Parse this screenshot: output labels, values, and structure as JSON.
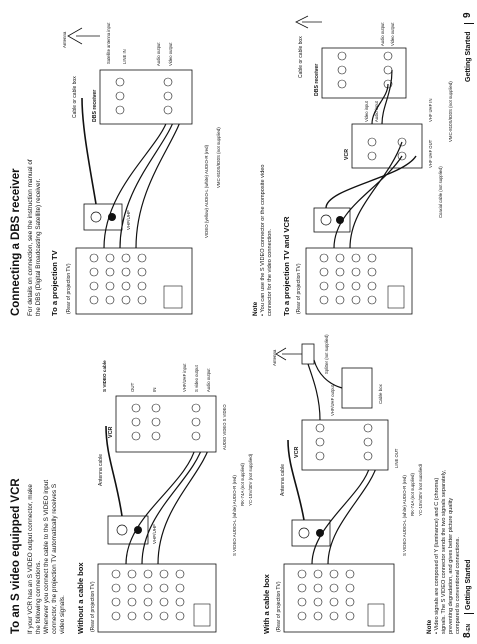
{
  "left": {
    "title": "To an S video equipped VCR",
    "intro": [
      "If your VCR has an S VIDEO output connector, make",
      "the following connections.",
      "Whenever you connect the cable to the S VIDEO input",
      "connector, the projection TV automatically receives S",
      "video signals."
    ],
    "section1": "Without a cable box",
    "section2": "With a cable box",
    "labels": {
      "rear_tv": "(Rear of projection TV)",
      "vhf_uhf": "VHF/UHF",
      "antenna_cable": "Antenna cable",
      "vcr": "VCR",
      "out": "OUT",
      "in": "IN",
      "audio_video_svideo": "AUDIO VIDEO S VIDEO",
      "line_out": "LINE OUT",
      "audio_output": "Audio output",
      "svideo_output": "S video output",
      "vhf_uhf_input": "VHF/UHF input",
      "svideo_cable": "S VIDEO cable",
      "svideo_audio": "S VIDEO AUDIO-L (white) AUDIO-R (red)",
      "rk74a": "RK-74A (not supplied)",
      "yc15v": "YC-15V/30V (not supplied)",
      "cable_box": "Cable box",
      "splitter": "Splitter (not supplied)",
      "antenna": "Antenna",
      "vhf_uhf_output": "VHF/UHF output"
    },
    "note_title": "Note",
    "note": [
      "• Video signals are composed of Y (luminance) and C (chroma)",
      "  signals. The S VIDEO connector sends the two signals separately,",
      "  preventing degradation, and gives better picture quality",
      "  compared to conventional connections."
    ],
    "page_number": "8",
    "page_suffix": "-EN",
    "footer": "Getting Started"
  },
  "right": {
    "title": "Connecting a DBS receiver",
    "intro": [
      "For details on connection, see the instruction manual of",
      "the DBS (Digital Broadcasting Satellite) receiver."
    ],
    "section1": "To a projection TV",
    "section2": "To a projection TV and VCR",
    "labels": {
      "rear_tv": "(Rear of projection TV)",
      "vhf_uhf": "VHF/UHF",
      "cable_or_box": "Cable or cable box",
      "dbs_receiver": "DBS receiver",
      "antenna": "Antenna",
      "satellite_antenna": "Satellite antenna input",
      "line_in": "LINE IN",
      "audio_output": "Audio output",
      "video_output": "Video output",
      "video_audio": "VIDEO (yellow) AUDIO-L (white) AUDIO-R (red)",
      "vmc": "VMC-810S/820S (not supplied)",
      "vcr": "VCR",
      "video_input": "Video input",
      "audio_input": "Audio input",
      "vhf_uhf_out": "VHF UHF OUT",
      "vhf_uhf_in": "VHF UHF IN",
      "coax": "Coaxial cable (not supplied)",
      "vmc2": "VMC-810S/820S (not supplied)"
    },
    "note_title": "Note",
    "note": [
      "• You can use the S VIDEO connector or the composite video",
      "  connector for the video connection."
    ],
    "page_number": "9",
    "footer": "Getting Started"
  }
}
